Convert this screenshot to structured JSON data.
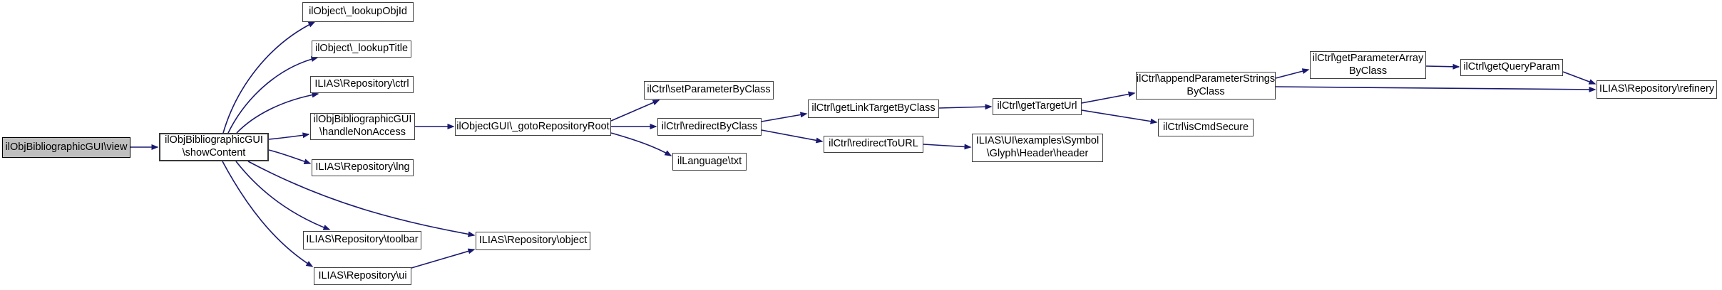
{
  "diagram": {
    "kind": "doxygen-call-graph",
    "root_function": "ilObjBibliographicGUI\\view",
    "colors": {
      "edge": "#191970",
      "node_border": "#404040",
      "node_fill": "#ffffff",
      "root_node_fill": "#bfbfbf",
      "text": "#000000",
      "background": "#ffffff"
    }
  },
  "nodes": [
    {
      "id": "view",
      "label": "ilObjBibliographicGUI\\view"
    },
    {
      "id": "showContent",
      "label": "ilObjBibliographicGUI\n\\showContent"
    },
    {
      "id": "lookupObjId",
      "label": "ilObject\\_lookupObjId"
    },
    {
      "id": "lookupTitle",
      "label": "ilObject\\_lookupTitle"
    },
    {
      "id": "ctrl",
      "label": "ILIAS\\Repository\\ctrl"
    },
    {
      "id": "handleNonAccess",
      "label": "ilObjBibliographicGUI\n\\handleNonAccess"
    },
    {
      "id": "lng",
      "label": "ILIAS\\Repository\\lng"
    },
    {
      "id": "toolbar",
      "label": "ILIAS\\Repository\\toolbar"
    },
    {
      "id": "ui",
      "label": "ILIAS\\Repository\\ui"
    },
    {
      "id": "object",
      "label": "ILIAS\\Repository\\object"
    },
    {
      "id": "gotoRepositoryRoot",
      "label": "ilObjectGUI\\_gotoRepositoryRoot"
    },
    {
      "id": "setParameterByClass",
      "label": "ilCtrl\\setParameterByClass"
    },
    {
      "id": "redirectByClass",
      "label": "ilCtrl\\redirectByClass"
    },
    {
      "id": "txt",
      "label": "ilLanguage\\txt"
    },
    {
      "id": "getLinkTargetByClass",
      "label": "ilCtrl\\getLinkTargetByClass"
    },
    {
      "id": "redirectToURL",
      "label": "ilCtrl\\redirectToURL"
    },
    {
      "id": "header",
      "label": "ILIAS\\UI\\examples\\Symbol\n\\Glyph\\Header\\header"
    },
    {
      "id": "getTargetUrl",
      "label": "ilCtrl\\getTargetUrl"
    },
    {
      "id": "appendParameterStringsByClass",
      "label": "ilCtrl\\appendParameterStrings\nByClass"
    },
    {
      "id": "isCmdSecure",
      "label": "ilCtrl\\isCmdSecure"
    },
    {
      "id": "getParameterArrayByClass",
      "label": "ilCtrl\\getParameterArray\nByClass"
    },
    {
      "id": "getQueryParam",
      "label": "ilCtrl\\getQueryParam"
    },
    {
      "id": "refinery",
      "label": "ILIAS\\Repository\\refinery"
    }
  ],
  "edges": [
    {
      "from": "view",
      "to": "showContent"
    },
    {
      "from": "showContent",
      "to": "lookupObjId"
    },
    {
      "from": "showContent",
      "to": "lookupTitle"
    },
    {
      "from": "showContent",
      "to": "ctrl"
    },
    {
      "from": "showContent",
      "to": "handleNonAccess"
    },
    {
      "from": "showContent",
      "to": "lng"
    },
    {
      "from": "showContent",
      "to": "toolbar"
    },
    {
      "from": "showContent",
      "to": "ui"
    },
    {
      "from": "showContent",
      "to": "object"
    },
    {
      "from": "ui",
      "to": "object"
    },
    {
      "from": "handleNonAccess",
      "to": "gotoRepositoryRoot"
    },
    {
      "from": "gotoRepositoryRoot",
      "to": "setParameterByClass"
    },
    {
      "from": "gotoRepositoryRoot",
      "to": "redirectByClass"
    },
    {
      "from": "gotoRepositoryRoot",
      "to": "txt"
    },
    {
      "from": "redirectByClass",
      "to": "getLinkTargetByClass"
    },
    {
      "from": "redirectByClass",
      "to": "redirectToURL"
    },
    {
      "from": "getLinkTargetByClass",
      "to": "getTargetUrl"
    },
    {
      "from": "redirectToURL",
      "to": "header"
    },
    {
      "from": "getTargetUrl",
      "to": "appendParameterStringsByClass"
    },
    {
      "from": "getTargetUrl",
      "to": "isCmdSecure"
    },
    {
      "from": "appendParameterStringsByClass",
      "to": "getParameterArrayByClass"
    },
    {
      "from": "appendParameterStringsByClass",
      "to": "refinery"
    },
    {
      "from": "getParameterArrayByClass",
      "to": "getQueryParam"
    },
    {
      "from": "getQueryParam",
      "to": "refinery"
    }
  ]
}
